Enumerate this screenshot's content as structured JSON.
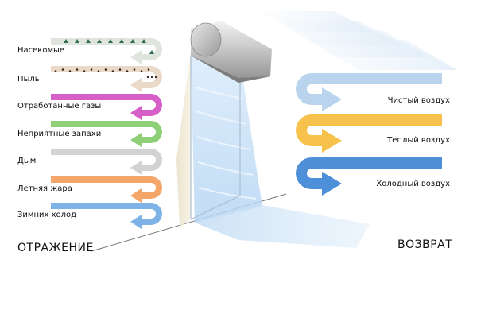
{
  "reflect": {
    "heading": "ОТРАЖЕНИЕ",
    "items": [
      {
        "label": "Насекомые",
        "color": "#dfe5dd",
        "pattern": "insects"
      },
      {
        "label": "Пыль",
        "color": "#ead8c8",
        "pattern": "dust"
      },
      {
        "label": "Отработанные газы",
        "color": "#d65fc8",
        "pattern": "none"
      },
      {
        "label": "Неприятные запахи",
        "color": "#8fcf78",
        "pattern": "none"
      },
      {
        "label": "Дым",
        "color": "#d2d2d2",
        "pattern": "none"
      },
      {
        "label": "Летняя жара",
        "color": "#f4a66a",
        "pattern": "none"
      },
      {
        "label": "Зимних холод",
        "color": "#7eb3e8",
        "pattern": "none"
      }
    ]
  },
  "return": {
    "heading": "ВОЗВРАТ",
    "items": [
      {
        "label": "Чистый воздух",
        "color": "#b9d4ec"
      },
      {
        "label": "Теплый воздух",
        "color": "#f7c24c"
      },
      {
        "label": "Холодный воздух",
        "color": "#4d8fd9"
      }
    ]
  }
}
